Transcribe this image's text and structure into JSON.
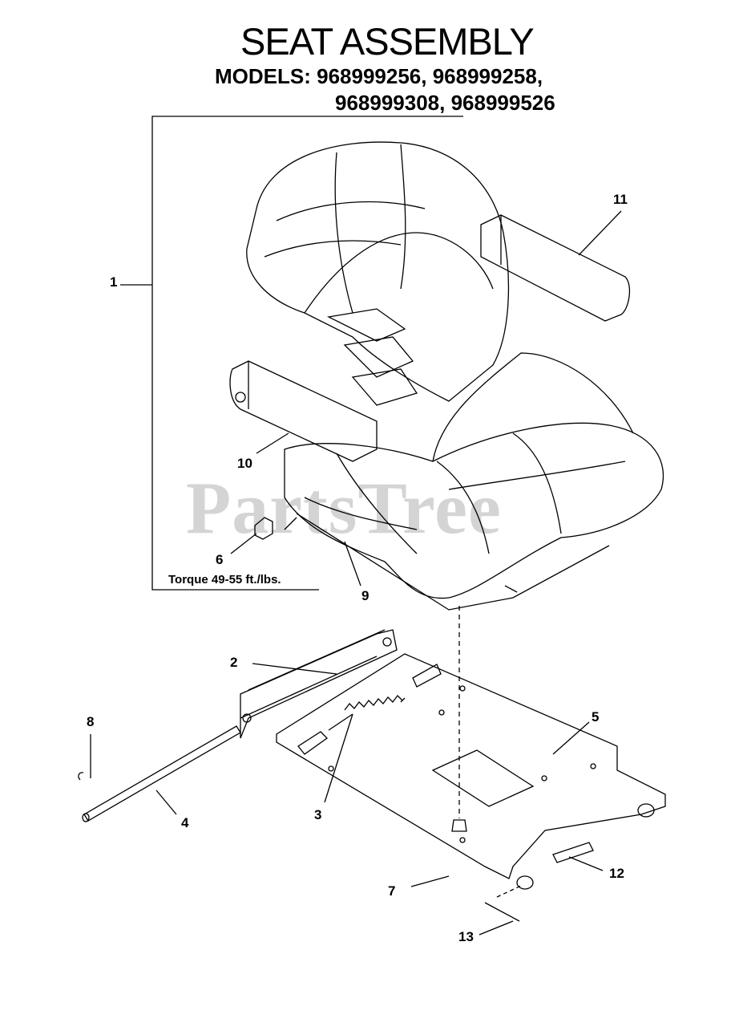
{
  "header": {
    "title": "SEAT ASSEMBLY",
    "models_line1": "MODELS: 968999256, 968999258,",
    "models_line2": "968999308, 968999526"
  },
  "note": {
    "torque": "Torque 49-55 ft./lbs."
  },
  "watermark": "PartsTree",
  "callouts": {
    "c1": "1",
    "c2": "2",
    "c3": "3",
    "c4": "4",
    "c5": "5",
    "c6": "6",
    "c7": "7",
    "c8": "8",
    "c9": "9",
    "c10": "10",
    "c11": "11",
    "c12": "12",
    "c13": "13"
  }
}
